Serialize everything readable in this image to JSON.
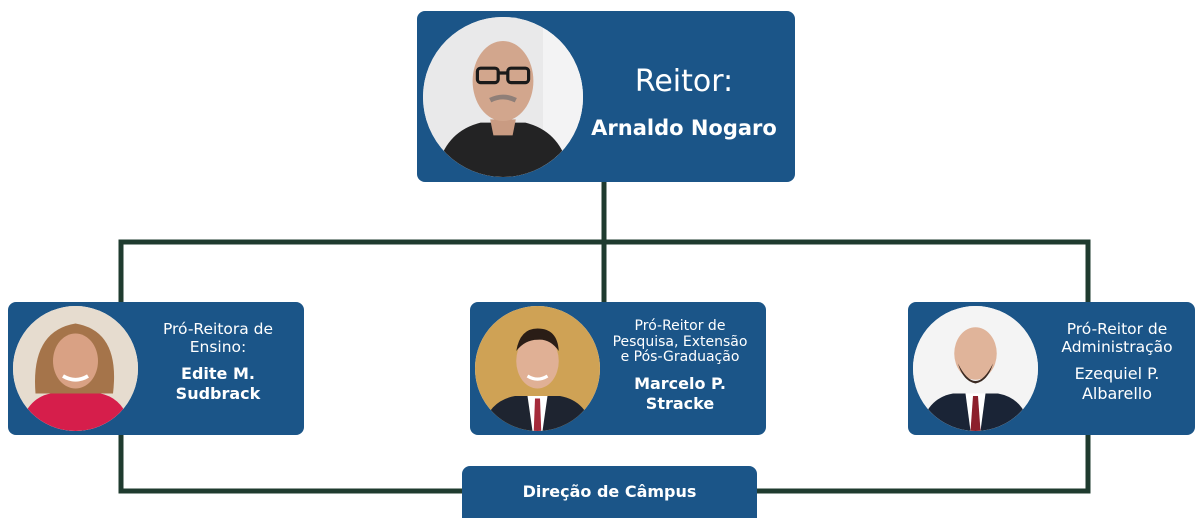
{
  "reitor": {
    "title": "Reitor:",
    "name": "Arnaldo Nogaro",
    "photo": "portrait-arnaldo-nogaro"
  },
  "ensino": {
    "role_line1": "Pró-Reitora de",
    "role_line2": "Ensino:",
    "name_line1": "Edite M.",
    "name_line2": "Sudbrack",
    "photo": "portrait-edite-sudbrack"
  },
  "pesquisa": {
    "role_line1": "Pró-Reitor de",
    "role_line2": "Pesquisa, Extensão",
    "role_line3": "e Pós-Graduação",
    "name_line1": "Marcelo P.",
    "name_line2": "Stracke",
    "photo": "portrait-marcelo-stracke"
  },
  "administracao": {
    "role_line1": "Pró-Reitor de",
    "role_line2": "Administração",
    "name_line1": "Ezequiel P.",
    "name_line2": "Albarello",
    "photo": "portrait-ezequiel-albarello"
  },
  "campus": {
    "label": "Direção de Câmpus"
  },
  "colors": {
    "card": "#1b5588",
    "connector": "#1f3b2f",
    "text": "#ffffff"
  }
}
